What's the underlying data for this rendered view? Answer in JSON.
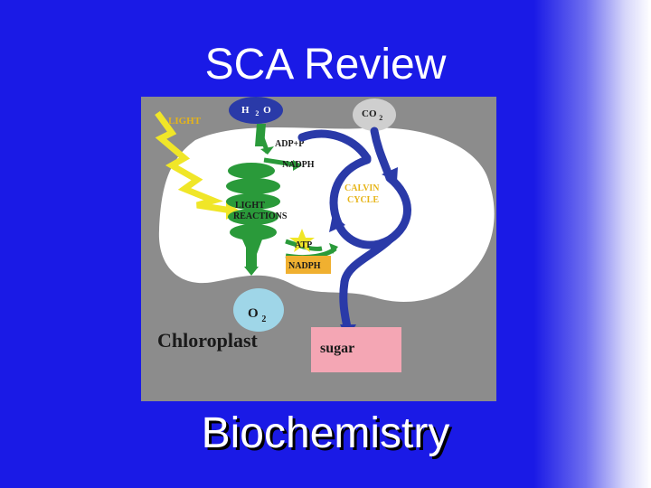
{
  "slide": {
    "title": "SCA Review",
    "subtitle": "Biochemistry"
  },
  "diagram": {
    "label_light": "LIGHT",
    "molecule_h2o_main": "H",
    "molecule_h2o_sub": "2",
    "molecule_h2o_tail": "O",
    "molecule_co2_main": "CO",
    "molecule_co2_sub": "2",
    "label_adp": "ADP+P",
    "label_nadph_top": "NADPH",
    "label_calvin_1": "CALVIN",
    "label_calvin_2": "CYCLE",
    "label_light_reactions_1": "LIGHT",
    "label_light_reactions_2": "REACTIONS",
    "label_atp": "ATP",
    "label_nadph_bottom": "NADPH",
    "molecule_o2_main": "O",
    "molecule_o2_sub": "2",
    "label_chloroplast": "Chloroplast",
    "label_sugar": "sugar",
    "colors": {
      "background": "#1a1ae6",
      "panel": "#8c8c8c",
      "chloroplast": "#ffffff",
      "thylakoid": "#2a9a3a",
      "calvin_arrow": "#2a3aa8",
      "h2o_oval": "#2a3aa8",
      "co2_oval": "#cfcfcf",
      "o2_oval": "#9fd6e8",
      "sugar_box": "#f4a6b4",
      "nadph_box": "#f0b030",
      "light_bolt": "#f0e628",
      "label_gold": "#e6b418"
    }
  }
}
